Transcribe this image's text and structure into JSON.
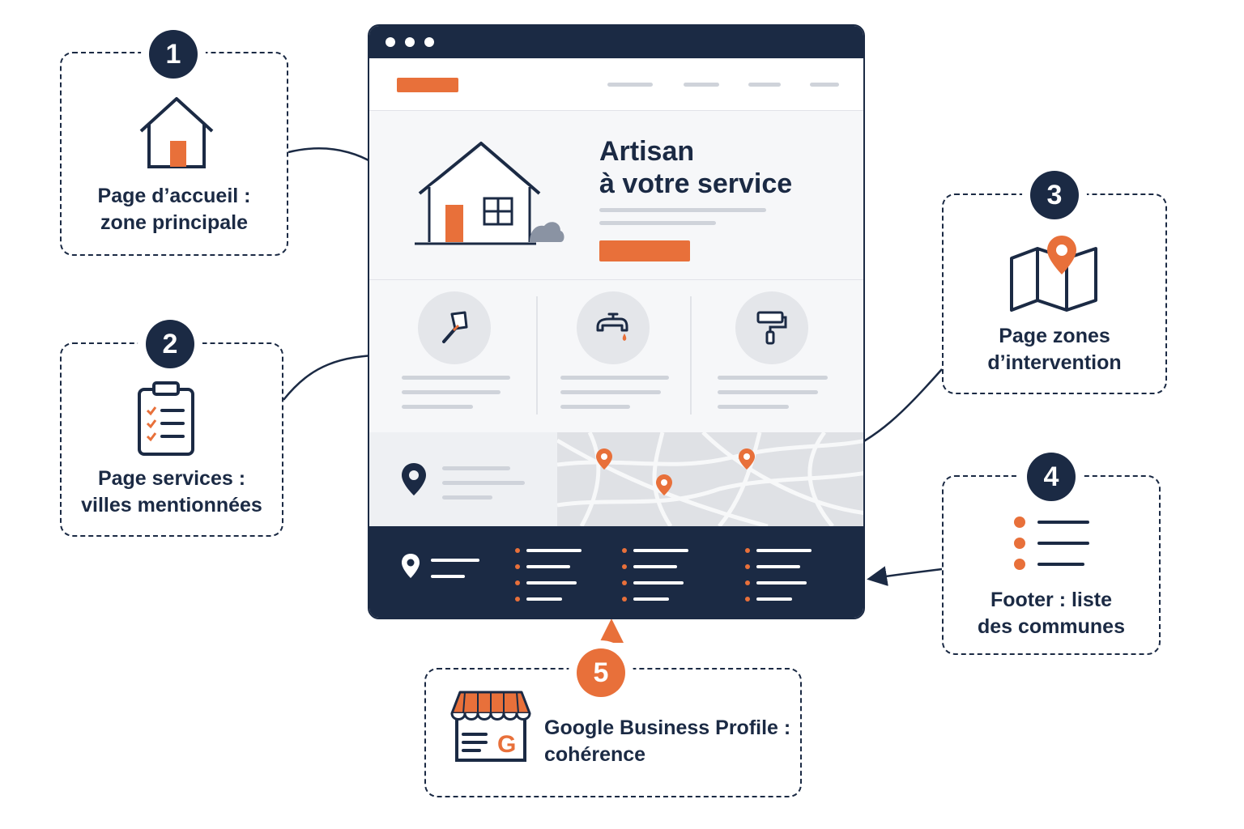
{
  "callouts": [
    {
      "number": "1",
      "line1": "Page d’accueil :",
      "line2": "zone principale"
    },
    {
      "number": "2",
      "line1": "Page services :",
      "line2": "villes mentionnées"
    },
    {
      "number": "3",
      "line1": "Page zones",
      "line2": "d’intervention"
    },
    {
      "number": "4",
      "line1": "Footer : liste",
      "line2": "des communes"
    },
    {
      "number": "5",
      "line1": "Google Business Profile :",
      "line2": "cohérence"
    }
  ],
  "mockup": {
    "hero_title_line1": "Artisan",
    "hero_title_line2": "à votre service"
  },
  "icons": {
    "callout1": "house-icon",
    "callout2": "clipboard-checklist-icon",
    "callout3": "map-pin-icon",
    "callout4": "bulleted-list-icon",
    "callout5": "storefront-google-icon",
    "service1": "trowel-icon",
    "service2": "faucet-icon",
    "service3": "paint-roller-icon"
  },
  "colors": {
    "navy": "#1b2a44",
    "orange": "#e8703a",
    "light_gray": "#cfd3da",
    "panel": "#f6f7f9"
  }
}
